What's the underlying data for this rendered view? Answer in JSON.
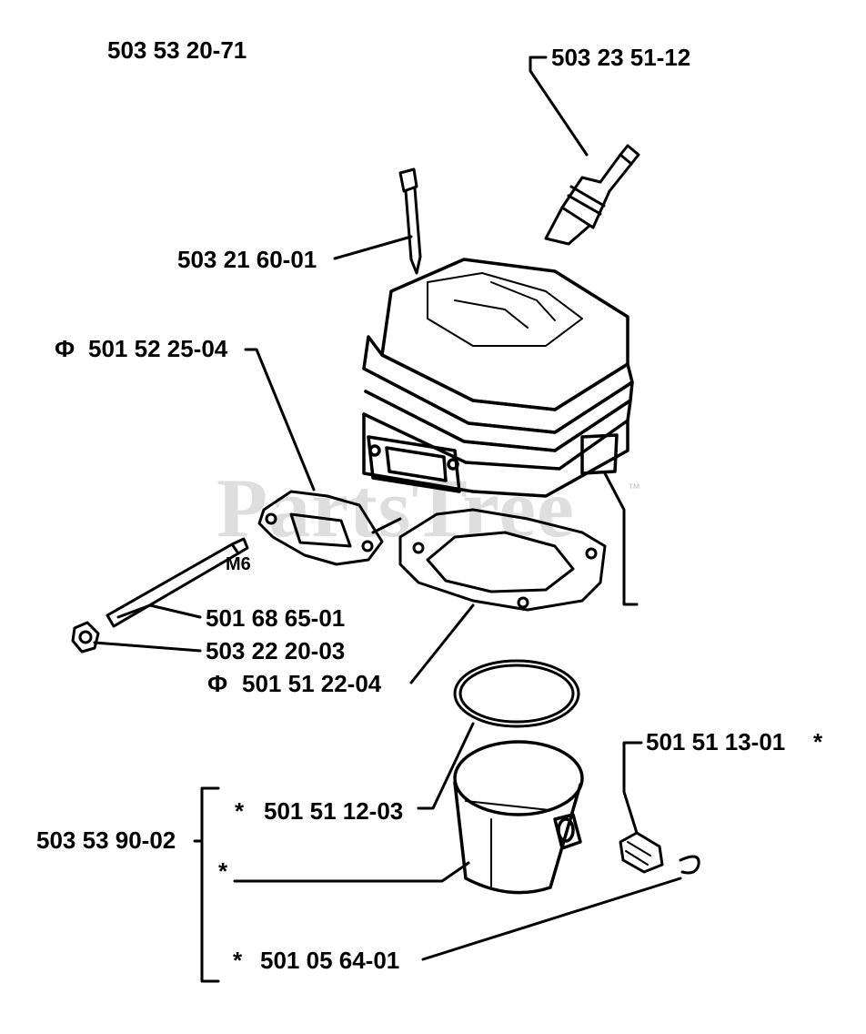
{
  "diagram": {
    "assembly_number": "503 53 20-71",
    "watermark": {
      "text": "PartsTree",
      "trademark": "™"
    },
    "parts": {
      "spark_plug": "503 23 51-12",
      "bolt": "503 21 60-01",
      "exhaust_gasket": "501 52 25-04",
      "exhaust_gasket_symbol": "Ф",
      "stud": "501 68 65-01",
      "stud_thread": "M6",
      "nut": "503 22 20-03",
      "cylinder_gasket": "501 51 22-04",
      "cylinder_gasket_symbol": "Ф",
      "piston_assembly": "503 53 90-02",
      "piston_ring": "501 51 12-03",
      "piston_ring_mark": "*",
      "piston_mark": "*",
      "needle_bearing": "501 51 13-01",
      "needle_bearing_mark": "*",
      "circlip": "501 05 64-01",
      "circlip_mark": "*"
    }
  }
}
